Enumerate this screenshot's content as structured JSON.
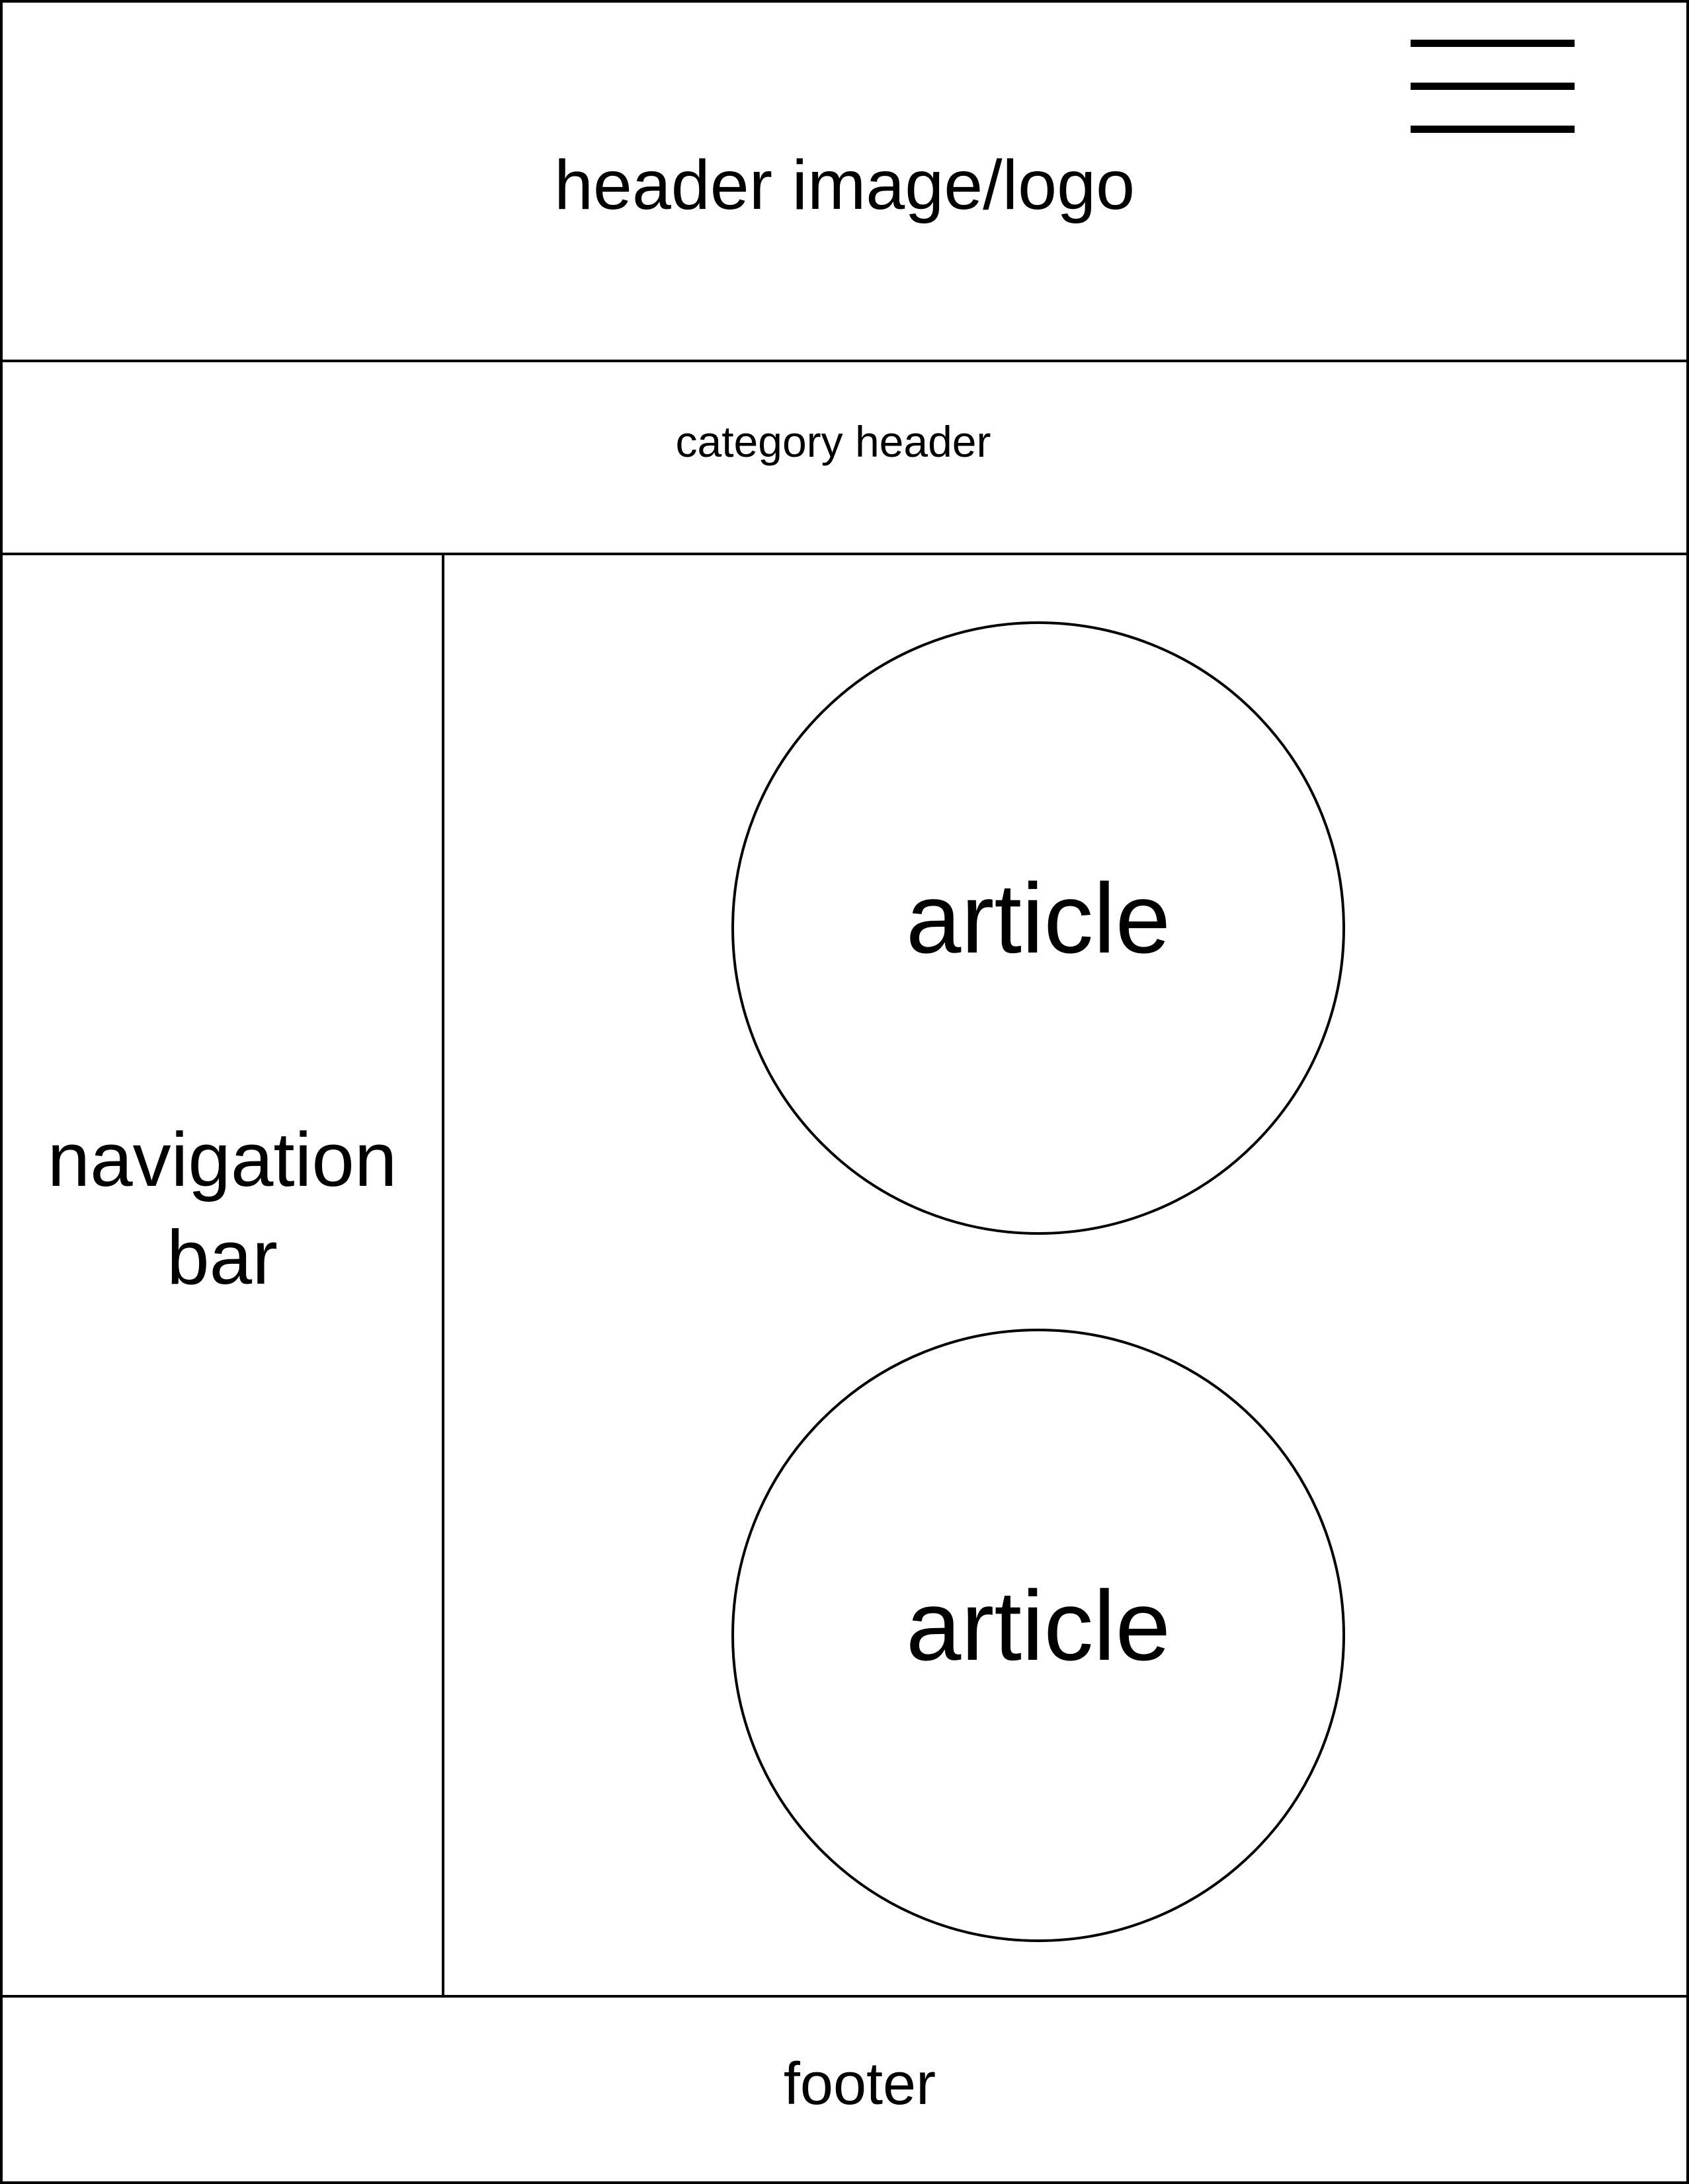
{
  "header": {
    "title": "header image/logo",
    "menu_icon": "hamburger-menu-icon"
  },
  "category": {
    "title": "category header"
  },
  "navigation": {
    "label": "navigation bar"
  },
  "main": {
    "articles": [
      {
        "label": "article"
      },
      {
        "label": "article"
      }
    ]
  },
  "footer": {
    "label": "footer"
  },
  "colors": {
    "stroke": "#000000",
    "background": "#ffffff"
  }
}
